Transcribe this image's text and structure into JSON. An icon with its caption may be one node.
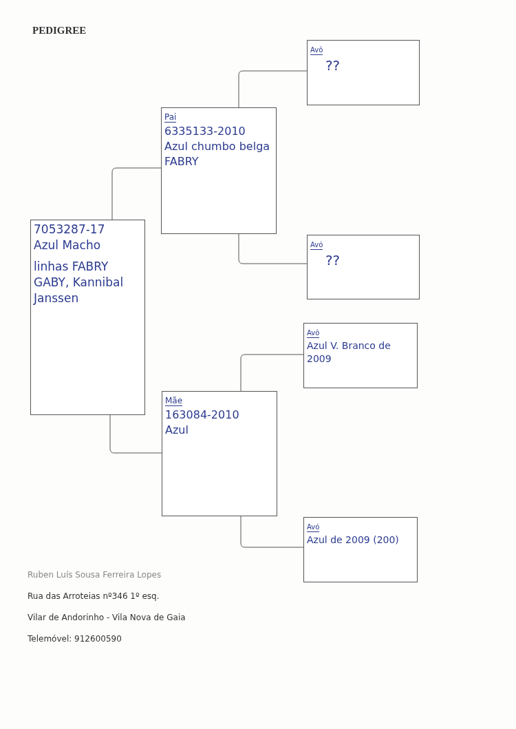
{
  "diagram": {
    "title": "PEDIGREE",
    "nodes": [
      {
        "text": [
          "7053287-17",
          "Azul Macho",
          "linhas FABRY GABY, Kannibal Janssen"
        ]
      },
      {
        "text": [
          "Pai",
          "6335133-2010",
          "Azul chumbo belga FABRY"
        ]
      },
      {
        "text": [
          "Avô",
          "??"
        ]
      },
      {
        "text": [
          "Avó",
          "??"
        ]
      },
      {
        "text": [
          "Mãe",
          "163084-2010",
          "Azul"
        ]
      },
      {
        "text": [
          "Avô",
          "Azul V. Branco de 2009"
        ]
      },
      {
        "text": [
          "Avó",
          "Azul de 2009 (200)"
        ]
      }
    ],
    "edges": [
      {
        "from": 0,
        "to": 1,
        "arrow": "none"
      },
      {
        "from": 0,
        "to": 4,
        "arrow": "none"
      },
      {
        "from": 1,
        "to": 2,
        "arrow": "none"
      },
      {
        "from": 1,
        "to": 3,
        "arrow": "none"
      },
      {
        "from": 4,
        "to": 5,
        "arrow": "none"
      },
      {
        "from": 4,
        "to": 6,
        "arrow": "none"
      }
    ],
    "labels": [
      "Ruben Luís Sousa Ferreira Lopes",
      "Rua das Arroteias nº346 1º esq.",
      "Vilar de Andorinho - Vila Nova de Gaia",
      "Telemóvel: 912600590"
    ]
  }
}
